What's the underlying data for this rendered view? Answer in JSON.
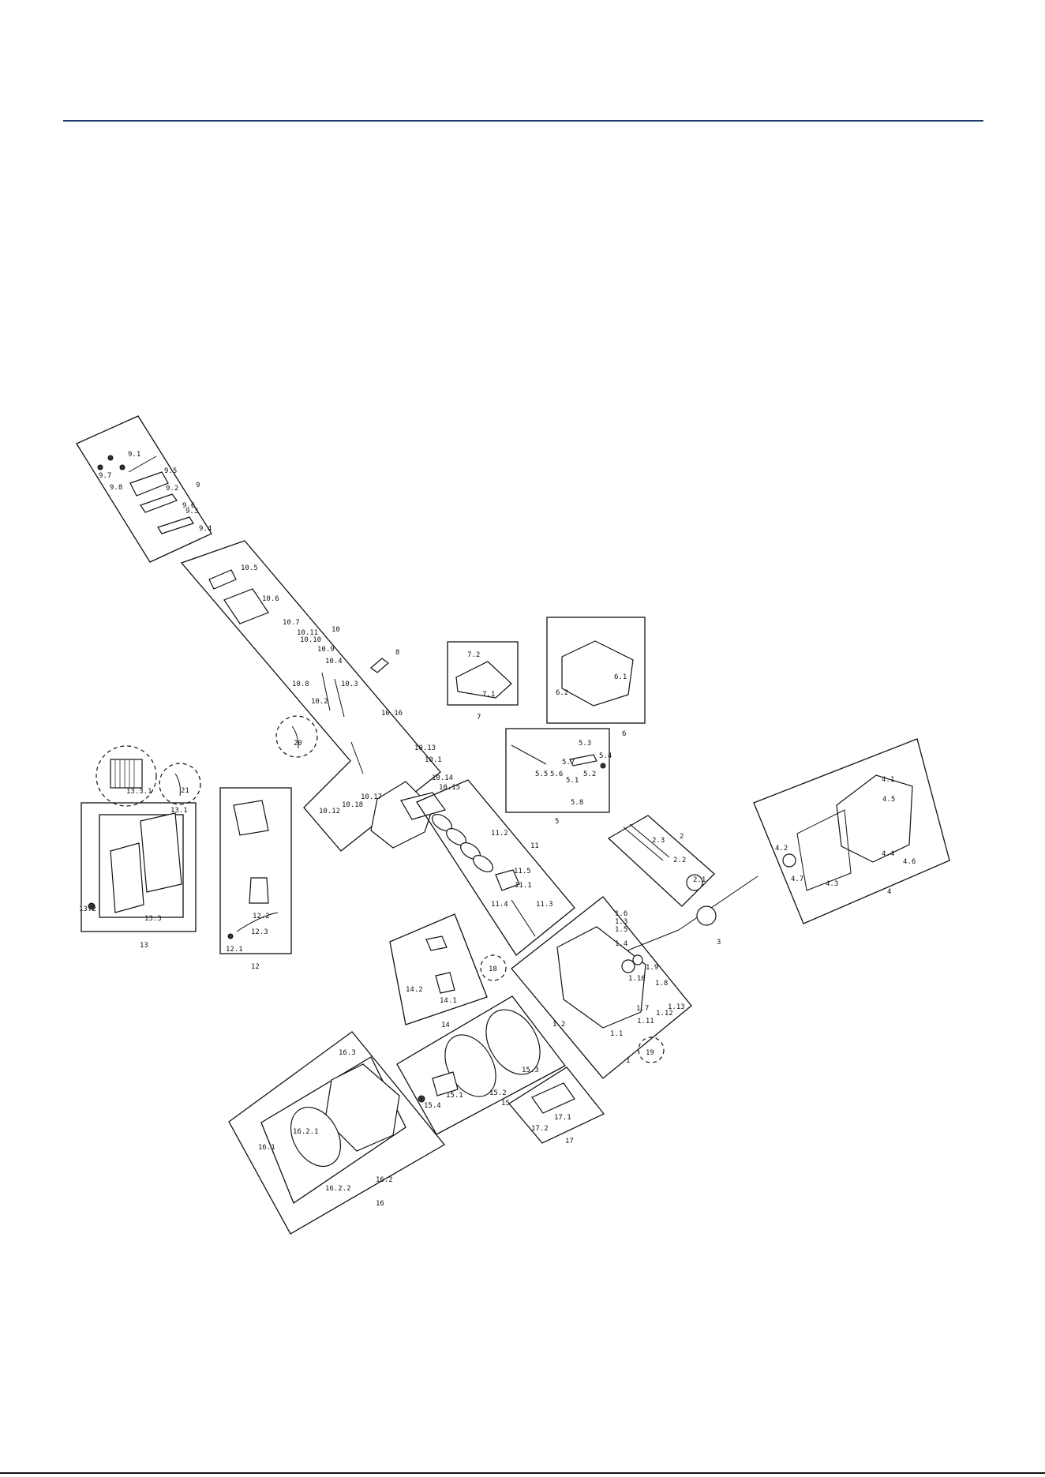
{
  "colors": {
    "rule": "#1f3a6b",
    "ink": "#111111"
  },
  "callouts": [
    "1",
    "1.1",
    "1.2",
    "1.3",
    "1.4",
    "1.5",
    "1.6",
    "1.7",
    "1.8",
    "1.9",
    "1.10",
    "1.11",
    "1.12",
    "1.13",
    "2",
    "2.1",
    "2.2",
    "2.3",
    "3",
    "4",
    "4.1",
    "4.2",
    "4.3",
    "4.4",
    "4.5",
    "4.6",
    "4.7",
    "5",
    "5.1",
    "5.2",
    "5.3",
    "5.4",
    "5.5",
    "5.6",
    "5.7",
    "5.8",
    "6",
    "6.1",
    "6.2",
    "7",
    "7.1",
    "7.2",
    "8",
    "9",
    "9.1",
    "9.2",
    "9.3",
    "9.4",
    "9.5",
    "9.6",
    "9.7",
    "9.8",
    "10",
    "10.1",
    "10.2",
    "10.3",
    "10.4",
    "10.5",
    "10.6",
    "10.7",
    "10.8",
    "10.9",
    "10.10",
    "10.11",
    "10.12",
    "10.13",
    "10.14",
    "10.15",
    "10.16",
    "10.17",
    "10.18",
    "11",
    "11.1",
    "11.2",
    "11.3",
    "11.4",
    "11.5",
    "12",
    "12.1",
    "12.2",
    "12.3",
    "13",
    "13.1",
    "13.2",
    "13.3",
    "14",
    "14.1",
    "14.2",
    "15",
    "15.1",
    "15.2",
    "15.3",
    "15.4",
    "16",
    "16.1",
    "16.2",
    "16.2.1",
    "16.2.2",
    "16.3",
    "17",
    "17.1",
    "17.2",
    "18",
    "19",
    "20",
    "21",
    "13.3.1"
  ]
}
